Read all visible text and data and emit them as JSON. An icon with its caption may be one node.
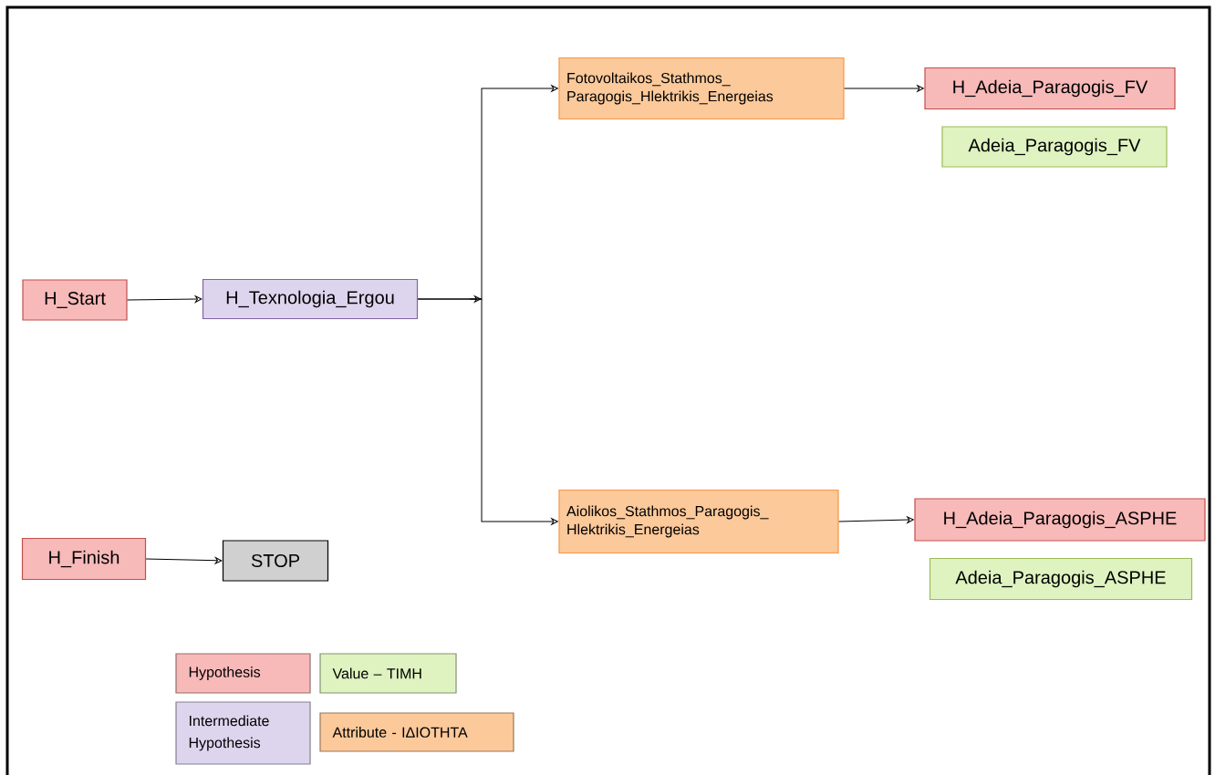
{
  "diagram": {
    "nodes": [
      {
        "text": [
          "H_Start"
        ]
      },
      {
        "text": [
          "H_Texnologia_Ergou"
        ]
      },
      {
        "text": [
          "Fotovoltaikos_Stathmos_ Paragogis_Hlektrikis_Energeias"
        ]
      },
      {
        "text": [
          "H_Adeia_Paragogis_FV"
        ]
      },
      {
        "text": [
          "Adeia_Paragogis_FV"
        ]
      },
      {
        "text": [
          "Aiolikos_Stathmos_Paragogis_ Hlektrikis_Energeias"
        ]
      },
      {
        "text": [
          "H_Adeia_Paragogis_ASPHE"
        ]
      },
      {
        "text": [
          "Adeia_Paragogis_ASPHE"
        ]
      },
      {
        "text": [
          "H_Finish"
        ]
      },
      {
        "text": [
          "STOP"
        ]
      }
    ],
    "edges": [
      {
        "from": 0,
        "to": 1,
        "arrow": "to"
      },
      {
        "from": 1,
        "to": 2,
        "arrow": "to"
      },
      {
        "from": 1,
        "to": 5,
        "arrow": "to"
      },
      {
        "from": 2,
        "to": 3,
        "arrow": "to"
      },
      {
        "from": 5,
        "to": 6,
        "arrow": "to"
      },
      {
        "from": 8,
        "to": 9,
        "arrow": "to"
      }
    ],
    "legend": [
      {
        "text": "Hypothesis",
        "color": "#f8b9b9"
      },
      {
        "text": "Value – TIMH",
        "color": "#dff3c0"
      },
      {
        "text": "Intermediate Hypothesis",
        "color": "#ddd5ee"
      },
      {
        "text": "Attribute - ΙΔΙΟΤΗΤΑ",
        "color": "#fcc99a"
      }
    ]
  }
}
